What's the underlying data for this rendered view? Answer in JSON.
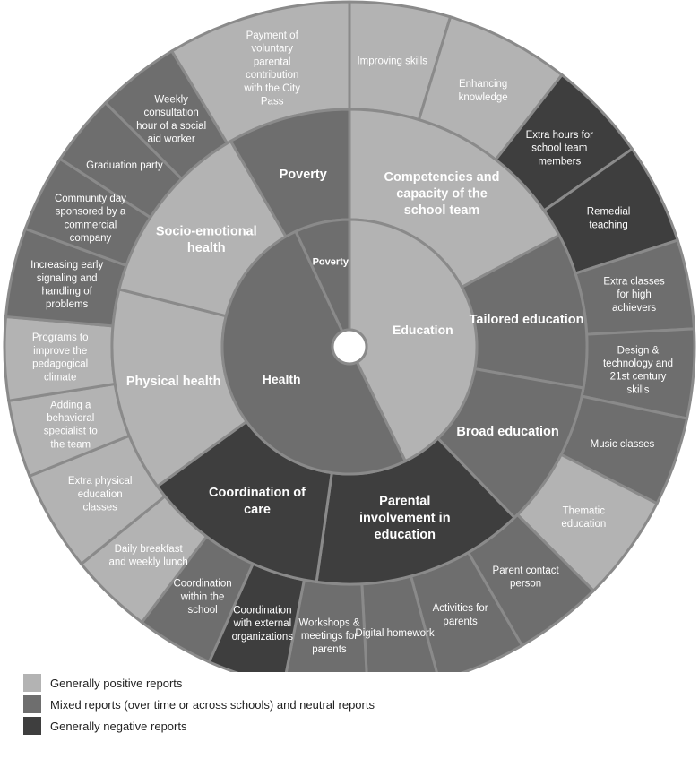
{
  "colors": {
    "positive": "#b3b3b3",
    "mixed": "#6e6e6e",
    "negative": "#3e3e3e",
    "inner": "#6e6e6e",
    "border": "#8a8a8a"
  },
  "legend": [
    {
      "status": "positive",
      "label": "Generally positive reports"
    },
    {
      "status": "mixed",
      "label": "Mixed reports (over time or across schools) and neutral reports"
    },
    {
      "status": "negative",
      "label": "Generally negative reports"
    }
  ],
  "inner_ring": [
    {
      "label": "Education",
      "status": "positive"
    },
    {
      "label": "Health",
      "status": "mixed"
    },
    {
      "label": "Poverty",
      "status": "mixed"
    }
  ],
  "middle_ring": [
    {
      "label": "Competencies and capacity of the school team",
      "status": "positive"
    },
    {
      "label": "Tailored education",
      "status": "mixed"
    },
    {
      "label": "Broad education",
      "status": "mixed"
    },
    {
      "label": "Parental involvement in education",
      "status": "negative"
    },
    {
      "label": "Coordination of care",
      "status": "negative"
    },
    {
      "label": "Physical health",
      "status": "positive"
    },
    {
      "label": "Socio-emotional health",
      "status": "positive"
    },
    {
      "label": "Poverty",
      "status": "mixed"
    }
  ],
  "outer_ring": [
    {
      "label": "Improving skills",
      "status": "positive"
    },
    {
      "label": "Enhancing knowledge",
      "status": "positive"
    },
    {
      "label": "Extra hours for school team members",
      "status": "negative"
    },
    {
      "label": "Remedial teaching",
      "status": "negative"
    },
    {
      "label": "Extra classes for high achievers",
      "status": "mixed"
    },
    {
      "label": "Design & technology and 21st century skills",
      "status": "mixed"
    },
    {
      "label": "Music classes",
      "status": "mixed"
    },
    {
      "label": "Thematic education",
      "status": "positive"
    },
    {
      "label": "Parent contact person",
      "status": "mixed"
    },
    {
      "label": "Activities for parents",
      "status": "mixed"
    },
    {
      "label": "Digital homework",
      "status": "mixed"
    },
    {
      "label": "Workshops & meetings for parents",
      "status": "mixed"
    },
    {
      "label": "Coordination with external organizations",
      "status": "negative"
    },
    {
      "label": "Coordination within the school",
      "status": "mixed"
    },
    {
      "label": "Daily breakfast and weekly lunch",
      "status": "positive"
    },
    {
      "label": "Extra physical education classes",
      "status": "positive"
    },
    {
      "label": "Adding a behavioral specialist to the team",
      "status": "positive"
    },
    {
      "label": "Programs to improve the pedagogical climate",
      "status": "positive"
    },
    {
      "label": "Increasing early signaling and handling of problems",
      "status": "mixed"
    },
    {
      "label": "Community day sponsored by a commercial company",
      "status": "mixed"
    },
    {
      "label": "Graduation party",
      "status": "mixed"
    },
    {
      "label": "Weekly consultation hour of a social aid worker",
      "status": "mixed"
    },
    {
      "label": "Payment of voluntary parental contribution with the City Pass",
      "status": "positive"
    }
  ]
}
